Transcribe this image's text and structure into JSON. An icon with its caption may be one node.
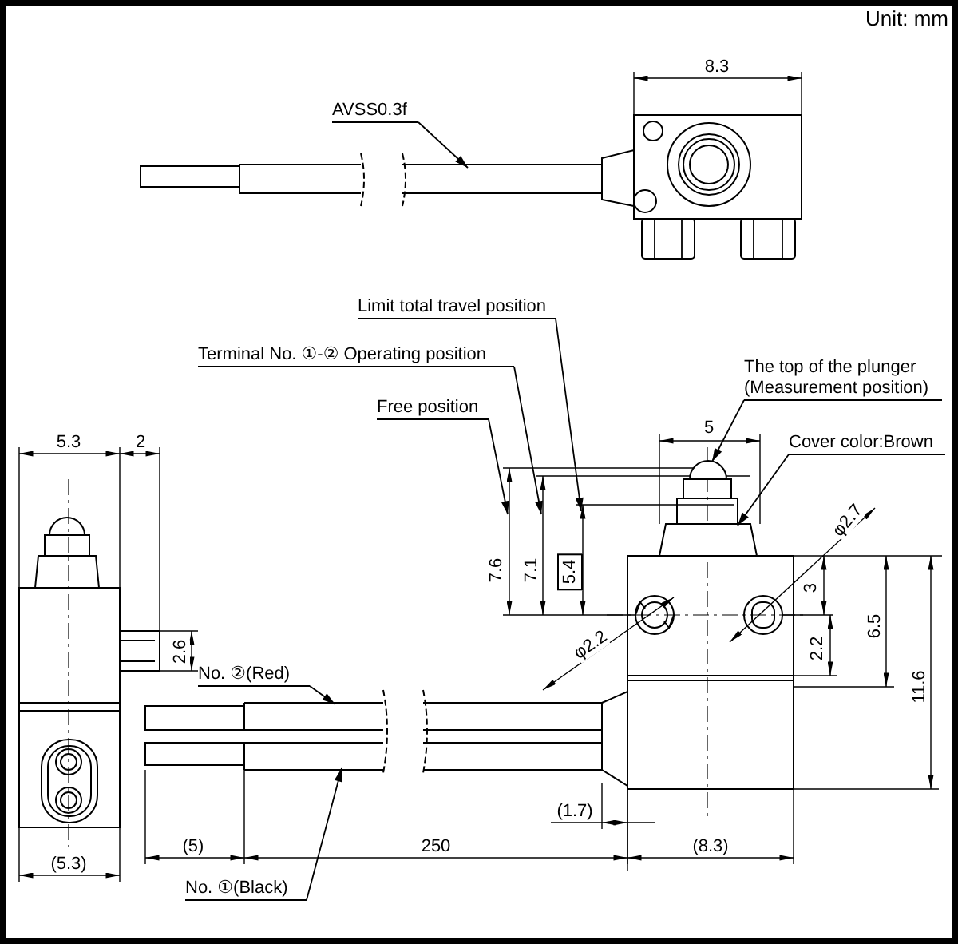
{
  "diagram": {
    "nodes": [
      {
        "text": [
          "AVSS0.3f"
        ]
      },
      {
        "text": [
          "Limit total travel position"
        ]
      },
      {
        "text": [
          "Terminal No. ①-② Operating position"
        ]
      },
      {
        "text": [
          "Free position"
        ]
      },
      {
        "text": [
          "The top of the plunger (Measurement position)"
        ]
      },
      {
        "text": [
          "Cover color:Brown"
        ]
      },
      {
        "text": [
          "No. ②(Red)"
        ]
      },
      {
        "text": [
          "No. ①(Black)"
        ]
      },
      {
        "text": [],
        "shape": "bar"
      },
      {
        "text": [],
        "shape": "dome"
      },
      {
        "text": [],
        "shape": "box"
      },
      {
        "text": [],
        "shape": "bar"
      },
      {
        "text": [],
        "shape": "bar"
      }
    ],
    "edges": [
      {
        "from": 0,
        "to": 8,
        "arrow": "to"
      },
      {
        "from": 1,
        "to": null,
        "arrow": "to"
      },
      {
        "from": 2,
        "to": null,
        "arrow": "to"
      },
      {
        "from": 3,
        "to": null,
        "arrow": "to"
      },
      {
        "from": 4,
        "to": 9,
        "arrow": "to"
      },
      {
        "from": 5,
        "to": 10,
        "arrow": "to"
      },
      {
        "from": 6,
        "to": 11,
        "arrow": "to"
      },
      {
        "from": 7,
        "to": 12,
        "arrow": "to"
      }
    ],
    "labels": [
      "Unit: mm",
      "8.3",
      "5.3",
      "2",
      "5",
      "7.6",
      "7.1",
      "5.4",
      "φ2.7",
      "3",
      "6.5",
      "2.6",
      "φ2.2",
      "2.2",
      "11.6",
      "(1.7)",
      "(5)",
      "250",
      "(8.3)",
      "(5.3)"
    ]
  }
}
